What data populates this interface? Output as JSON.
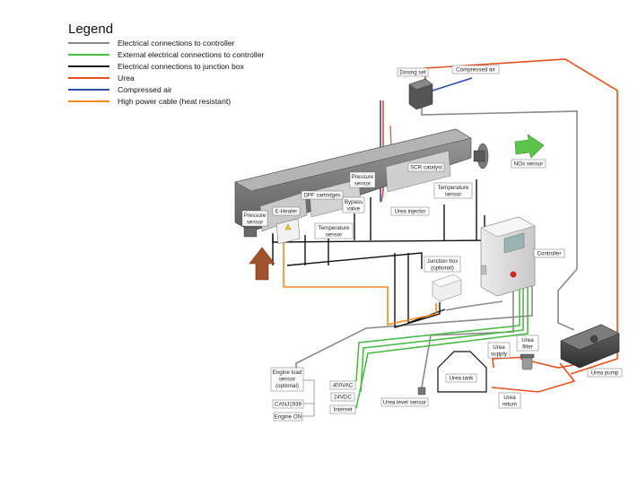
{
  "legend": {
    "title": "Legend",
    "items": [
      {
        "label": "Electrical connections to controller",
        "color": "#8a8a8a"
      },
      {
        "label": "External electrical connections to controller",
        "color": "#4cbb47"
      },
      {
        "label": "Electrical connections to junction box",
        "color": "#111111"
      },
      {
        "label": "Urea",
        "color": "#e8501e"
      },
      {
        "label": "Compressed air",
        "color": "#2f4fa8"
      },
      {
        "label": "High power cable (heat resistant)",
        "color": "#f08a1c"
      }
    ]
  },
  "labels": {
    "dosing_set": "Dosing set",
    "compressed_air": "Compressed air",
    "nox_sensor": "NOx sensor",
    "scr_catalyst": "SCR catalyst",
    "temperature_sensor_right": [
      "Temperature",
      "sensor"
    ],
    "pressure_sensor_mid": [
      "Pressure",
      "sensor"
    ],
    "dpf_cartridges": "DPF cartridges",
    "bypass_valve": [
      "Bypass",
      "valve"
    ],
    "urea_injector": "Urea injector",
    "e_heater": "E-Heater",
    "pressure_sensor_left": [
      "Pressure",
      "sensor"
    ],
    "temperature_sensor_mid": [
      "Temperature",
      "sensor"
    ],
    "controller": "Controller",
    "junction_box": [
      "Junction box",
      "(optional)"
    ],
    "urea_supply": [
      "Urea",
      "supply"
    ],
    "urea_filter": [
      "Urea",
      "filter"
    ],
    "urea_tank": "Urea tank",
    "urea_pump": "Urea pump",
    "urea_return": [
      "Urea",
      "return"
    ],
    "urea_level_sensor": "Urea level sensor",
    "engine_load_sensor": [
      "Engine load",
      "sensor",
      "(optional)"
    ],
    "can_j1939": "CANJ1939",
    "engine_on": "Engine ON",
    "power_400vac": "400VAC",
    "power_24vdc": "24VDC",
    "internet": "Internet"
  },
  "colors": {
    "electrical_controller": "#8a8a8a",
    "external_electrical": "#4cbb47",
    "junction_box_wire": "#111111",
    "urea": "#e8501e",
    "compressed_air": "#2f4fa8",
    "high_power": "#f08a1c",
    "inlet_arrow": "#a0522d",
    "outlet_arrow": "#5cc44a"
  }
}
